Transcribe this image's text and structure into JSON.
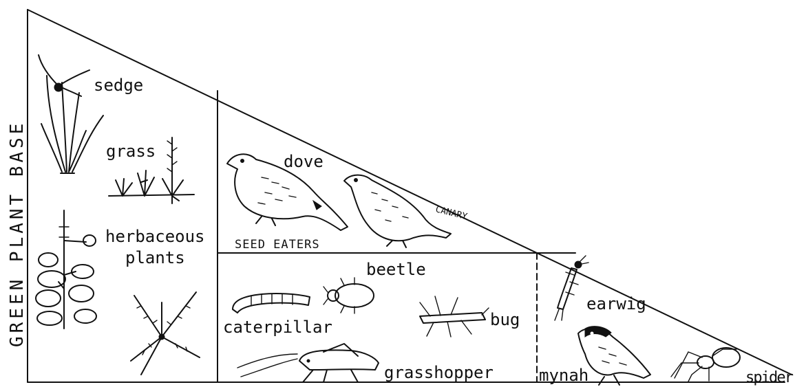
{
  "side_label": "GREEN PLANT BASE",
  "plants": {
    "sedge": "sedge",
    "grass": "grass",
    "herb_line1": "herbaceous",
    "herb_line2": "plants"
  },
  "seed_eaters": {
    "dove": "dove",
    "canary": "CANARY",
    "group": "SEED EATERS"
  },
  "insects": {
    "beetle": "beetle",
    "caterpillar": "caterpillar",
    "bug": "bug",
    "grasshopper": "grasshopper"
  },
  "predators": {
    "earwig": "earwig",
    "mynah": "mynah",
    "spider": "spider"
  }
}
